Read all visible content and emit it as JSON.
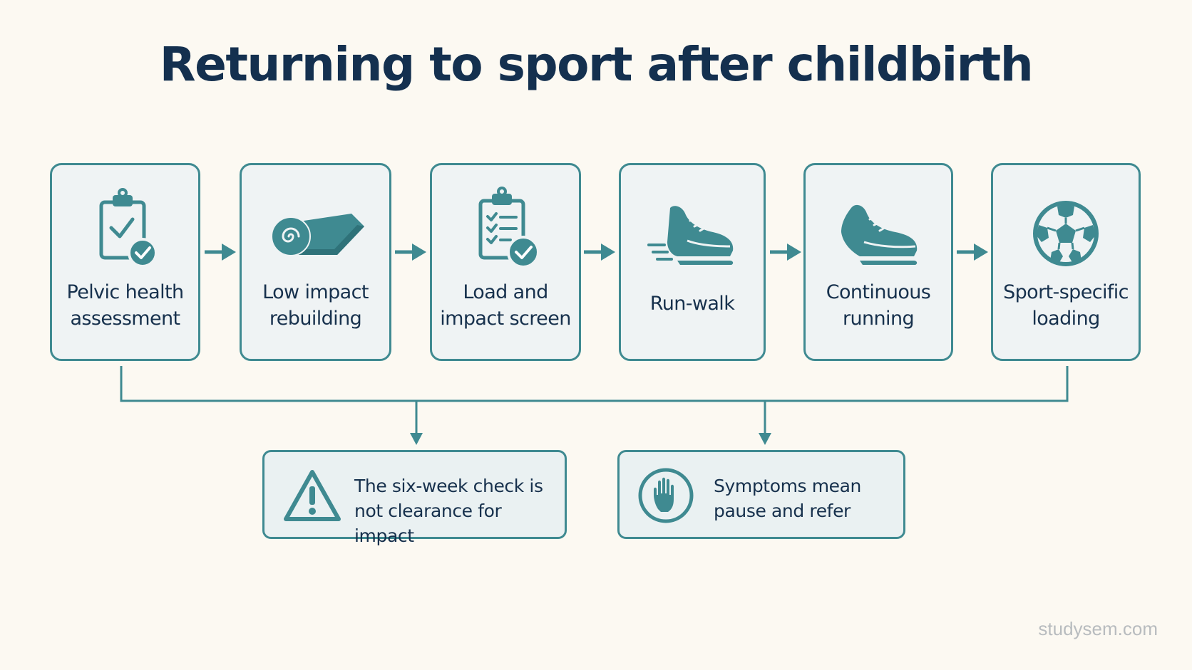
{
  "title": "Returning to sport after childbirth",
  "steps": [
    {
      "label": "Pelvic health\nassessment",
      "icon": "clipboard-check-icon"
    },
    {
      "label": "Low impact\nrebuilding",
      "icon": "exercise-mat-icon"
    },
    {
      "label": "Load and\nimpact screen",
      "icon": "checklist-icon"
    },
    {
      "label": "Run-walk",
      "icon": "moving-shoe-icon"
    },
    {
      "label": "Continuous\nrunning",
      "icon": "running-shoe-icon"
    },
    {
      "label": "Sport-specific\nloading",
      "icon": "soccer-ball-icon"
    }
  ],
  "notes": [
    {
      "text": "The six-week check is\nnot clearance for impact",
      "icon": "warning-icon"
    },
    {
      "text": "Symptoms mean\npause and refer",
      "icon": "stop-hand-icon"
    }
  ],
  "watermark": "studysem.com",
  "colors": {
    "accent": "#3f8a91",
    "title": "#14304f",
    "card": "#eff3f4",
    "background": "#fcf9f2"
  }
}
